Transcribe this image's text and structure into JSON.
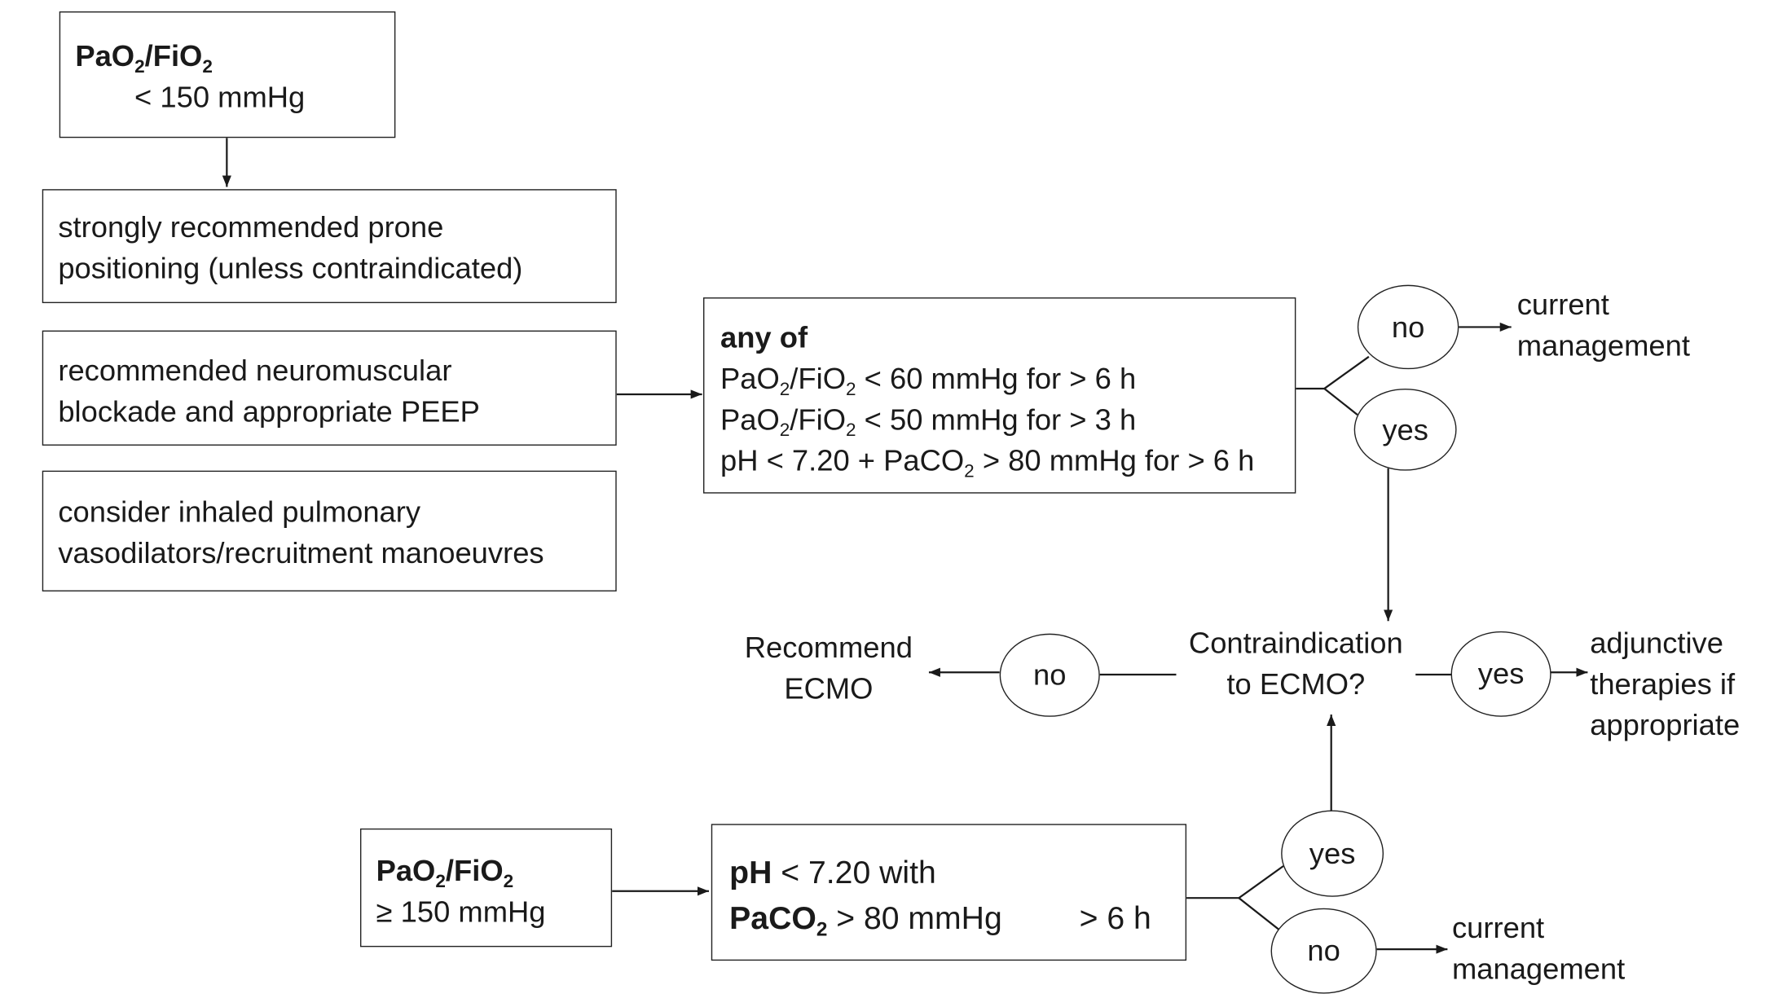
{
  "start": {
    "ratio_main": "PaO",
    "ratio_s1": "2",
    "ratio_mid": "/FiO",
    "ratio_s2": "2",
    "threshold": "< 150 mmHg"
  },
  "prone": {
    "line1": "strongly recommended prone",
    "line2": "positioning (unless contraindicated)"
  },
  "nmb": {
    "line1": "recommended neuromuscular",
    "line2": "blockade and appropriate PEEP"
  },
  "vaso": {
    "line1": "consider inhaled pulmonary",
    "line2": "vasodilators/recruitment manoeuvres"
  },
  "anyof": {
    "heading": "any of",
    "c1_a": "PaO",
    "c1_s1": "2",
    "c1_b": "/FiO",
    "c1_s2": "2",
    "c1_c": " < 60 mmHg for > 6 h",
    "c2_a": "PaO",
    "c2_s1": "2",
    "c2_b": "/FiO",
    "c2_s2": "2",
    "c2_c": " < 50 mmHg for > 3 h",
    "c3_a": "pH < 7.20 + PaCO",
    "c3_s": "2",
    "c3_b": " > 80 mmHg for > 6 h"
  },
  "decision1": {
    "no": "no",
    "yes": "yes",
    "outcome_l1": "current",
    "outcome_l2": "management"
  },
  "contra": {
    "line1": "Contraindication",
    "line2": "to ECMO?",
    "no": "no",
    "yes": "yes"
  },
  "recommend": {
    "line1": "Recommend",
    "line2": "ECMO"
  },
  "adjunct": {
    "line1": "adjunctive",
    "line2": "therapies if",
    "line3": "appropriate"
  },
  "start2": {
    "ratio_main": "PaO",
    "ratio_s1": "2",
    "ratio_mid": "/FiO",
    "ratio_s2": "2",
    "threshold": "≥ 150 mmHg"
  },
  "ph": {
    "l1_bold": "pH",
    "l1_rest": " < 7.20 with",
    "l2_bold": "PaCO",
    "l2_sub": "2",
    "l2_rest": " > 80 mmHg",
    "l2_dur": "> 6 h"
  },
  "decision2": {
    "yes": "yes",
    "no": "no",
    "outcome_l1": "current",
    "outcome_l2": "management"
  }
}
